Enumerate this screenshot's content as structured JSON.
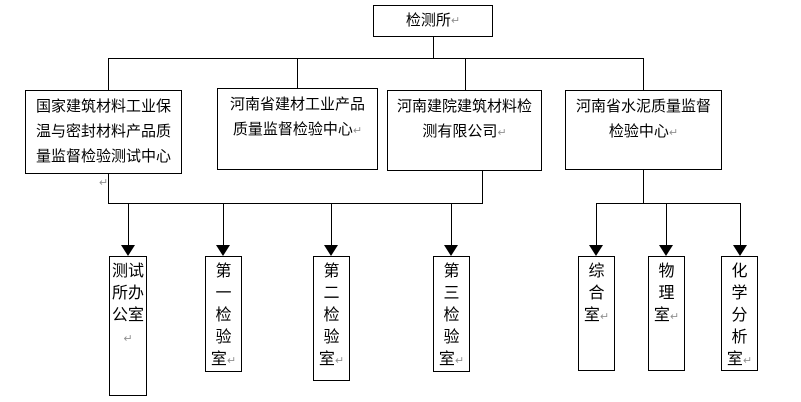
{
  "diagram": {
    "return_mark": "↵",
    "root": {
      "label": "检测所"
    },
    "level2": [
      {
        "label": "国家建筑材料工业保温与密封材料产品质量监督检验测试中心"
      },
      {
        "label": "河南省建材工业产品质量监督检验中心"
      },
      {
        "label": "河南建院建筑材料检测有限公司"
      },
      {
        "label": "河南省水泥质量监督检验中心"
      }
    ],
    "level3": [
      {
        "label": "测试所办公室"
      },
      {
        "label": "第一检验室"
      },
      {
        "label": "第二检验室"
      },
      {
        "label": "第三检验室"
      },
      {
        "label": "综合室"
      },
      {
        "label": "物理室"
      },
      {
        "label": "化学分析室"
      }
    ],
    "colors": {
      "line": "#000000",
      "box_border": "#000000",
      "background": "#ffffff",
      "text": "#000000",
      "return_mark": "#909090"
    }
  }
}
